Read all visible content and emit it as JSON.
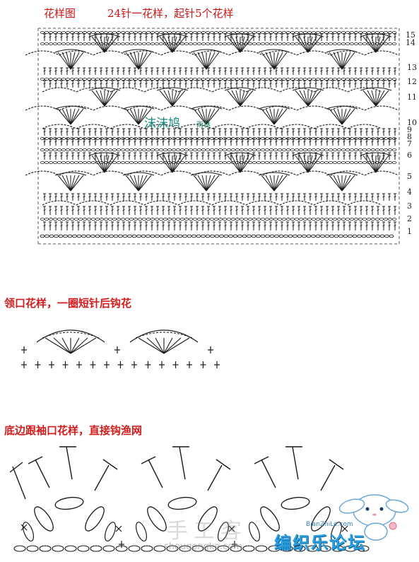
{
  "header": {
    "title": "花样图",
    "subtitle": "24针一花样，起针5个花样"
  },
  "row_numbers": [
    "15",
    "14",
    "13",
    "12",
    "11",
    "10",
    "9",
    "8",
    "7",
    "6",
    "5",
    "4",
    "3",
    "2",
    "1"
  ],
  "sections": {
    "neckline": {
      "title": "领口花样，一圈短针后钩花"
    },
    "hem": {
      "title": "底边跟袖口花样，直接钩渔网"
    }
  },
  "watermarks": {
    "site_name": "手工客",
    "site_url": "shougongke.com",
    "chart_mark": "沫沫鸠",
    "chart_mark_sub": "雨林",
    "forum_name": "编织乐论坛",
    "forum_url": "BianZhiLe.com"
  },
  "colors": {
    "title_red": "#c81414",
    "ink": "#1a1a1a",
    "forum_blue": "#2a9fe0"
  }
}
